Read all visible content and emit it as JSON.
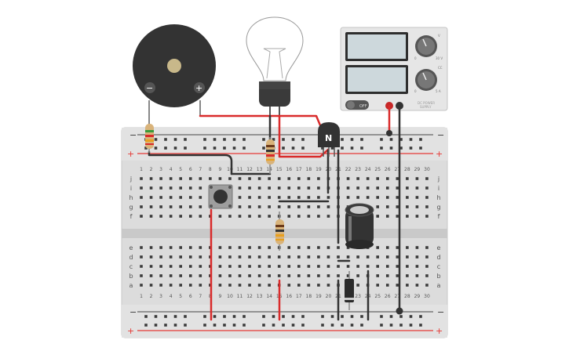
{
  "breadboard": {
    "columns": [
      "1",
      "2",
      "3",
      "4",
      "5",
      "6",
      "7",
      "8",
      "9",
      "10",
      "11",
      "12",
      "13",
      "14",
      "15",
      "16",
      "17",
      "18",
      "19",
      "20",
      "21",
      "22",
      "23",
      "24",
      "25",
      "26",
      "27",
      "28",
      "29",
      "30"
    ],
    "rows_top": [
      "j",
      "i",
      "h",
      "g",
      "f"
    ],
    "rows_bottom": [
      "e",
      "d",
      "c",
      "b",
      "a"
    ],
    "rail_minus": "−",
    "rail_plus": "+"
  },
  "buzzer": {
    "minus_label": "−",
    "plus_label": "+"
  },
  "transistor": {
    "label": "N"
  },
  "power_supply": {
    "switch_label": "OFF",
    "brand_line1": "DC POWER",
    "brand_line2": "SUPPLY",
    "knob1_label": "V",
    "knob2_label": "CC",
    "tick_min": "0",
    "tick_max1": "30 V",
    "tick_max2": "5 A"
  },
  "colors": {
    "board": "#dedede",
    "rail_red": "#e53935",
    "wire_red": "#d92b2b",
    "wire_black": "#333333",
    "lcd": "#cdd8dc",
    "body_dark": "#333333"
  }
}
